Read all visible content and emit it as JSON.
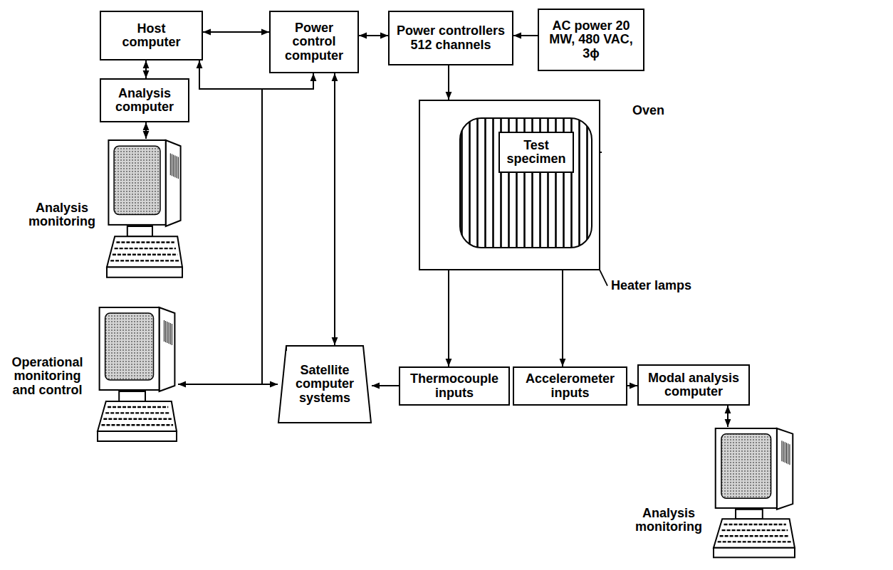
{
  "diagram": {
    "nodes": [
      {
        "text": [
          "Host computer"
        ]
      },
      {
        "text": [
          "Power control computer"
        ]
      },
      {
        "text": [
          "Power controllers 512 channels"
        ]
      },
      {
        "text": [
          "AC power 20 MW, 480 VAC, 3ϕ"
        ]
      },
      {
        "text": [
          "Analysis computer"
        ]
      },
      {
        "text": [
          "Oven"
        ]
      },
      {
        "text": [
          "Test specimen"
        ],
        "in": 5
      },
      {
        "text": [
          "Analysis monitoring"
        ]
      },
      {
        "text": [
          "Operational monitoring and control"
        ]
      },
      {
        "text": [
          "Satellite computer systems"
        ]
      },
      {
        "text": [
          "Thermocouple inputs"
        ]
      },
      {
        "text": [
          "Accelerometer inputs"
        ]
      },
      {
        "text": [
          "Modal analysis computer"
        ]
      },
      {
        "text": [
          "Analysis monitoring"
        ]
      }
    ],
    "edges": [
      {
        "from": 0,
        "to": 1,
        "arrow": "both"
      },
      {
        "from": 1,
        "to": 2,
        "arrow": "both"
      },
      {
        "from": 3,
        "to": 2,
        "arrow": "to"
      },
      {
        "from": 2,
        "to": 5,
        "arrow": "to"
      },
      {
        "from": 0,
        "to": 4,
        "arrow": "both"
      },
      {
        "from": 4,
        "to": 7,
        "arrow": "both"
      },
      {
        "from": 8,
        "to": 0,
        "arrow": "to"
      },
      {
        "from": 8,
        "to": 1,
        "arrow": "to"
      },
      {
        "from": 8,
        "to": 9,
        "arrow": "both"
      },
      {
        "from": 1,
        "to": 9,
        "arrow": "both"
      },
      {
        "from": 5,
        "to": 10,
        "arrow": "to"
      },
      {
        "from": 5,
        "to": 11,
        "arrow": "to"
      },
      {
        "from": 10,
        "to": 9,
        "arrow": "to"
      },
      {
        "from": 11,
        "to": 12,
        "arrow": "to"
      },
      {
        "from": 12,
        "to": 13,
        "arrow": "both"
      }
    ],
    "labels": [
      "Heater lamps"
    ]
  }
}
